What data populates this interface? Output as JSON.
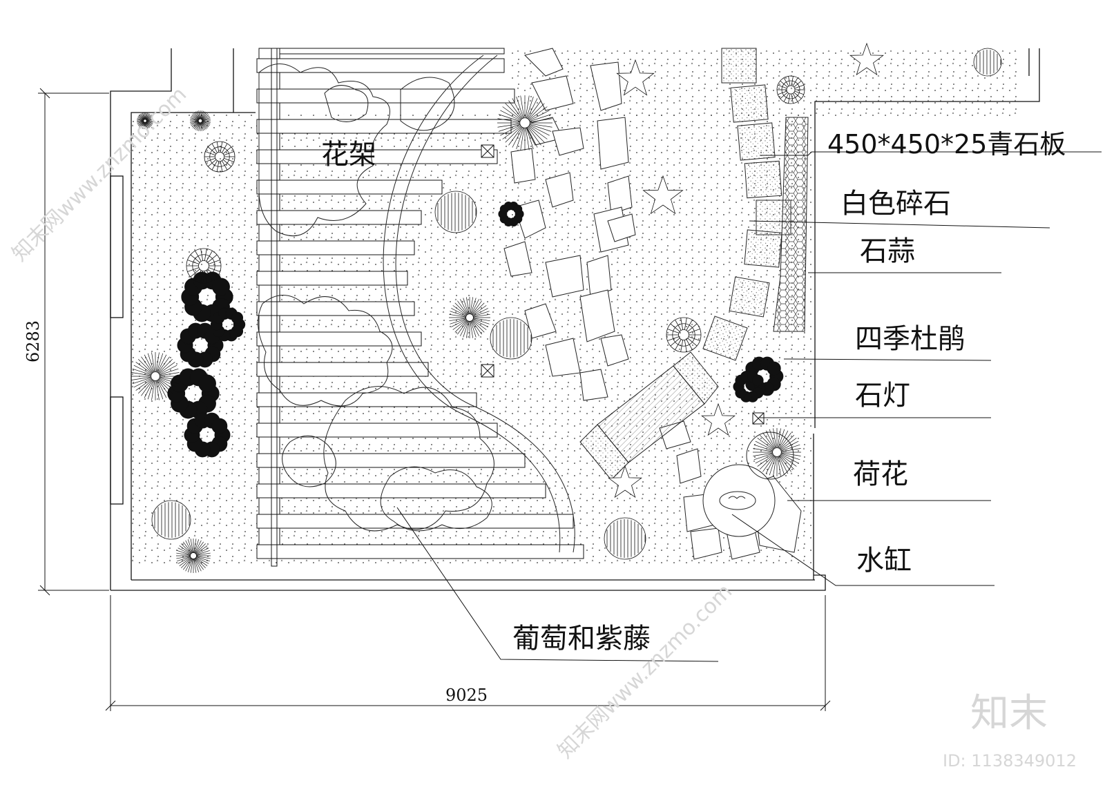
{
  "labels": {
    "flower_rack": "花架",
    "bluestone": "450*450*25青石板",
    "white_gravel": "白色碎石",
    "lycoris": "石蒜",
    "azalea": "四季杜鹃",
    "stone_lamp": "石灯",
    "lotus": "荷花",
    "water_vat": "水缸",
    "grape_wisteria": "葡萄和紫藤"
  },
  "dimensions": {
    "width": "9025",
    "height": "6283"
  },
  "watermark": {
    "brand": "知末",
    "id": "ID: 1138349012",
    "site": "知末网www.znzmo.com"
  },
  "colors": {
    "line": "#111111",
    "watermark": "#d6d6d6"
  }
}
